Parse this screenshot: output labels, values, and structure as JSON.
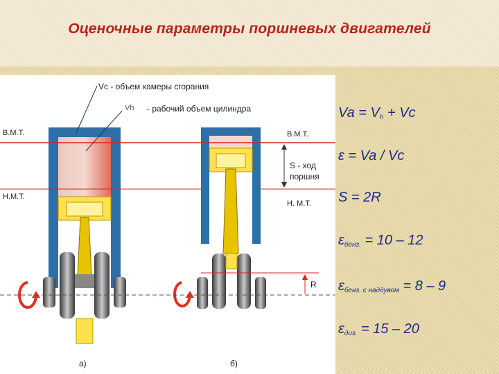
{
  "title": "Оценочные параметры поршневых двигателей",
  "labels": {
    "vc_desc": "Vc - объем камеры сгорания",
    "vh_desc": "Vh",
    "vh_text": "- рабочий объем цилиндра",
    "vmt_left": "В.М.Т.",
    "nmt_left": "Н.М.Т.",
    "vmt_right": "В.М.Т.",
    "nmt_right": "Н. М.Т.",
    "stroke_line1": "S - ход",
    "stroke_line2": "поршня",
    "radius": "R",
    "fig_a": "а)",
    "fig_b": "б)"
  },
  "formulas": {
    "f1": {
      "main": "Va = V",
      "sub": "h",
      "rest": " + Vc"
    },
    "f2": {
      "main": "ε = Va / Vc"
    },
    "f3": {
      "main": "S = 2R"
    },
    "f4": {
      "eps": "ε",
      "sub": "бенз.",
      "rest": " = 10 – 12"
    },
    "f5": {
      "eps": "ε",
      "sub": "бенз. с наддувом",
      "rest": " = 8 – 9"
    },
    "f6": {
      "eps": "ε",
      "sub": "диз.",
      "rest": " = 15 – 20"
    }
  },
  "colors": {
    "title": "#b8241c",
    "formula": "#1a2a8c",
    "cylinder": "#2d6fa6",
    "piston": "#ffe14d",
    "rod": "#e8c400",
    "tdc_line": "#e02020",
    "crank": "#606060"
  }
}
